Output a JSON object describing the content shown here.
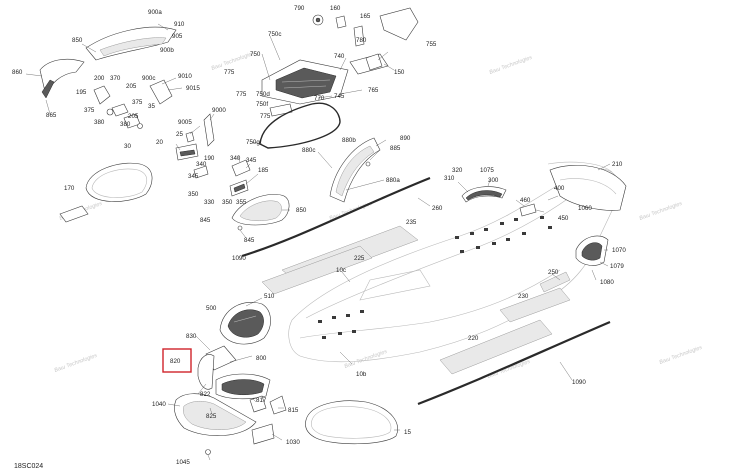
{
  "diagram_code": "18SC024",
  "highlight": {
    "label": "820",
    "color": "#d0232a"
  },
  "watermark_text": "Ваш Technologies",
  "parts": [
    {
      "id": "p850a",
      "label": "850"
    },
    {
      "id": "p900a",
      "label": "900a"
    },
    {
      "id": "p910",
      "label": "910"
    },
    {
      "id": "p905",
      "label": "905"
    },
    {
      "id": "p900b",
      "label": "900b"
    },
    {
      "id": "p860",
      "label": "860"
    },
    {
      "id": "p865",
      "label": "865"
    },
    {
      "id": "p195",
      "label": "195"
    },
    {
      "id": "p200",
      "label": "200"
    },
    {
      "id": "p370",
      "label": "370"
    },
    {
      "id": "p205a",
      "label": "205"
    },
    {
      "id": "p900c",
      "label": "900c"
    },
    {
      "id": "p9010",
      "label": "9010"
    },
    {
      "id": "p9015",
      "label": "9015"
    },
    {
      "id": "p375a",
      "label": "375"
    },
    {
      "id": "p375b",
      "label": "375"
    },
    {
      "id": "p380a",
      "label": "380"
    },
    {
      "id": "p380b",
      "label": "380"
    },
    {
      "id": "p205b",
      "label": "205"
    },
    {
      "id": "p35",
      "label": "35"
    },
    {
      "id": "p30",
      "label": "30"
    },
    {
      "id": "p9000",
      "label": "9000"
    },
    {
      "id": "p9005",
      "label": "9005"
    },
    {
      "id": "p25",
      "label": "25"
    },
    {
      "id": "p20",
      "label": "20"
    },
    {
      "id": "p190",
      "label": "190"
    },
    {
      "id": "p340a",
      "label": "340"
    },
    {
      "id": "p340b",
      "label": "340"
    },
    {
      "id": "p345a",
      "label": "345"
    },
    {
      "id": "p345b",
      "label": "345"
    },
    {
      "id": "p185",
      "label": "185"
    },
    {
      "id": "p350",
      "label": "350"
    },
    {
      "id": "p330",
      "label": "330"
    },
    {
      "id": "p350b",
      "label": "350"
    },
    {
      "id": "p355",
      "label": "355"
    },
    {
      "id": "p845a",
      "label": "845"
    },
    {
      "id": "p845b",
      "label": "845"
    },
    {
      "id": "p850b",
      "label": "850"
    },
    {
      "id": "p170",
      "label": "170"
    },
    {
      "id": "p790",
      "label": "790"
    },
    {
      "id": "p160",
      "label": "160"
    },
    {
      "id": "p165",
      "label": "165"
    },
    {
      "id": "p755",
      "label": "755"
    },
    {
      "id": "p750c",
      "label": "750c"
    },
    {
      "id": "p780",
      "label": "780"
    },
    {
      "id": "p750",
      "label": "750"
    },
    {
      "id": "p740",
      "label": "740"
    },
    {
      "id": "p150",
      "label": "150"
    },
    {
      "id": "p775a",
      "label": "775"
    },
    {
      "id": "p775b",
      "label": "775"
    },
    {
      "id": "p750d",
      "label": "750d"
    },
    {
      "id": "p770",
      "label": "770"
    },
    {
      "id": "p745",
      "label": "745"
    },
    {
      "id": "p765",
      "label": "765"
    },
    {
      "id": "p750f",
      "label": "750f"
    },
    {
      "id": "p775c",
      "label": "775"
    },
    {
      "id": "p750g",
      "label": "750g"
    },
    {
      "id": "p880b",
      "label": "880b"
    },
    {
      "id": "p890",
      "label": "890"
    },
    {
      "id": "p880c",
      "label": "880c"
    },
    {
      "id": "p885",
      "label": "885"
    },
    {
      "id": "p880a",
      "label": "880a"
    },
    {
      "id": "p210",
      "label": "210"
    },
    {
      "id": "p320",
      "label": "320"
    },
    {
      "id": "p1075",
      "label": "1075"
    },
    {
      "id": "p310",
      "label": "310"
    },
    {
      "id": "p300",
      "label": "300"
    },
    {
      "id": "p400",
      "label": "400"
    },
    {
      "id": "p460",
      "label": "460"
    },
    {
      "id": "p450",
      "label": "450"
    },
    {
      "id": "p1060",
      "label": "1060"
    },
    {
      "id": "p260",
      "label": "260"
    },
    {
      "id": "p235",
      "label": "235"
    },
    {
      "id": "p1070",
      "label": "1070"
    },
    {
      "id": "p1079",
      "label": "1079"
    },
    {
      "id": "p1090a",
      "label": "1090"
    },
    {
      "id": "p10c",
      "label": "10c"
    },
    {
      "id": "p225",
      "label": "225"
    },
    {
      "id": "p250",
      "label": "250"
    },
    {
      "id": "p1080",
      "label": "1080"
    },
    {
      "id": "p230",
      "label": "230"
    },
    {
      "id": "p500",
      "label": "500"
    },
    {
      "id": "p510",
      "label": "510"
    },
    {
      "id": "p830",
      "label": "830"
    },
    {
      "id": "p220",
      "label": "220"
    },
    {
      "id": "p820",
      "label": "820"
    },
    {
      "id": "p800",
      "label": "800"
    },
    {
      "id": "p10b",
      "label": "10b"
    },
    {
      "id": "p822",
      "label": "822"
    },
    {
      "id": "p1040",
      "label": "1040"
    },
    {
      "id": "p817",
      "label": "817"
    },
    {
      "id": "p815",
      "label": "815"
    },
    {
      "id": "p825",
      "label": "825"
    },
    {
      "id": "p1090b",
      "label": "1090"
    },
    {
      "id": "p15",
      "label": "15"
    },
    {
      "id": "p1030",
      "label": "1030"
    },
    {
      "id": "p1045",
      "label": "1045"
    }
  ]
}
